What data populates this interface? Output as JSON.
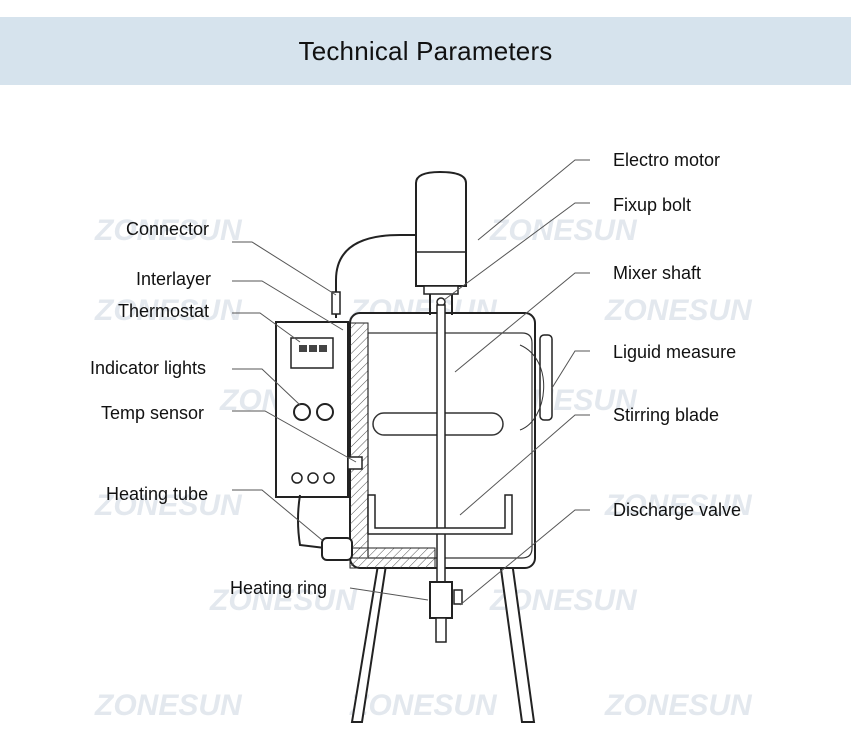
{
  "header": {
    "title": "Technical Parameters"
  },
  "watermark": "ZONESUN",
  "labels": {
    "connector": "Connector",
    "interlayer": "Interlayer",
    "thermostat": "Thermostat",
    "indicator_lights": "Indicator lights",
    "temp_sensor": "Temp sensor",
    "heating_tube": "Heating tube",
    "heating_ring": "Heating ring",
    "electro_motor": "Electro motor",
    "fixup_bolt": "Fixup bolt",
    "mixer_shaft": "Mixer shaft",
    "liquid_measure": "Liguid measure",
    "stirring_blade": "Stirring blade",
    "discharge_valve": "Discharge valve"
  },
  "colors": {
    "header_bg": "#d6e3ed",
    "line": "#222222",
    "leader": "#555555"
  }
}
